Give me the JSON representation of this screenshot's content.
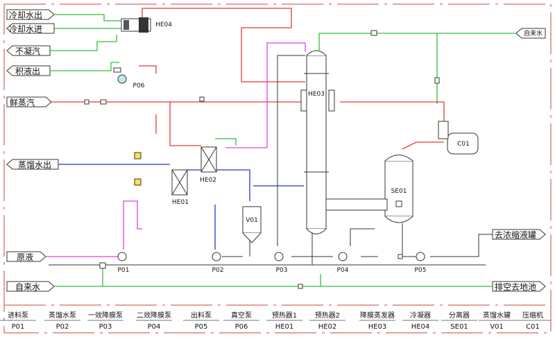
{
  "streams": {
    "cooling_water_out": "冷却水出",
    "cooling_water_in": "冷却水进",
    "noncondensable": "不凝汽",
    "condensate_out": "积液出",
    "fresh_steam": "鲜蒸汽",
    "distilled_water_out": "蒸馏水出",
    "raw_liquid": "原液",
    "tap_water": "自来水",
    "tap_water_top": "自来水",
    "to_concentrate_tank": "去浓缩液罐",
    "vent_to_drain": "排空去地池"
  },
  "tags": {
    "he04": "HE04",
    "p06": "P06",
    "he03": "HE03",
    "c01": "C01",
    "he02": "HE02",
    "he01": "HE01",
    "v01": "V01",
    "se01": "SE01",
    "p01": "P01",
    "p02": "P02",
    "p03": "P03",
    "p04": "P04",
    "p05": "P05"
  },
  "legend": [
    {
      "name": "进料泵",
      "code": "P01"
    },
    {
      "name": "蒸馏水泵",
      "code": "P02"
    },
    {
      "name": "一效降膜泵",
      "code": "P03"
    },
    {
      "name": "二效降膜泵",
      "code": "P04"
    },
    {
      "name": "出料泵",
      "code": "P05"
    },
    {
      "name": "真空泵",
      "code": "P06"
    },
    {
      "name": "预热器1",
      "code": "HE01"
    },
    {
      "name": "预热器2",
      "code": "HE02"
    },
    {
      "name": "降膜蒸发器",
      "code": "HE03"
    },
    {
      "name": "冷凝器",
      "code": "HE04"
    },
    {
      "name": "分离器",
      "code": "SE01"
    },
    {
      "name": "蒸馏水罐",
      "code": "V01"
    },
    {
      "name": "压缩机",
      "code": "C01"
    }
  ],
  "colors": {
    "steam": "#e53935",
    "cooling": "#2fbf3a",
    "feed": "#e040e0",
    "distillate": "#2233cc",
    "process": "#333333",
    "border": "#d04040"
  }
}
